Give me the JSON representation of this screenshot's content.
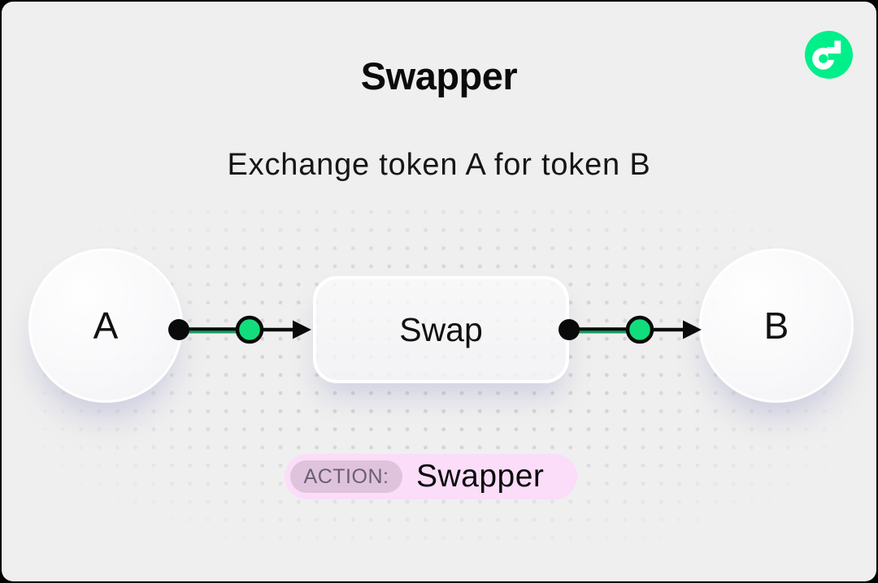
{
  "header": {
    "title": "Swapper",
    "subtitle": "Exchange token A for token B"
  },
  "logo": {
    "name": "Flow",
    "color": "#00EF8B"
  },
  "diagram": {
    "nodes": {
      "source": {
        "label": "A"
      },
      "process": {
        "label": "Swap"
      },
      "target": {
        "label": "B"
      }
    },
    "flow_order": [
      "A",
      "Swap",
      "B"
    ]
  },
  "action_badge": {
    "label": "ACTION:",
    "value": "Swapper"
  },
  "colors": {
    "canvas_background": "#EFEFEF",
    "dot_grid": "#D2D2D2",
    "connector_black": "#0A0A0A",
    "connector_green": "#12DD7C",
    "flow_green": "#00EF8B",
    "badge_background": "#FBDDF9",
    "badge_label_background": "#DFC3DC",
    "badge_label_text": "#6B6070",
    "text": "#111111"
  }
}
